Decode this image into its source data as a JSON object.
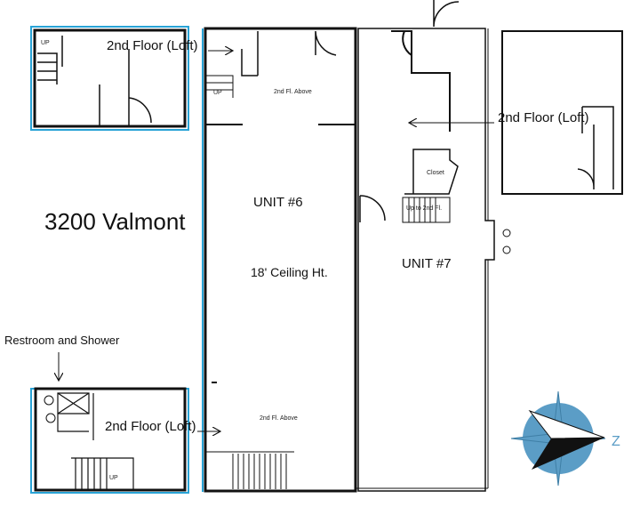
{
  "title": "3200 Valmont",
  "restroom_label": "Restroom and Shower",
  "loft_label": "2nd Floor (Loft)",
  "units": {
    "unit6": {
      "name": "UNIT #6",
      "ceiling": "18' Ceiling Ht.",
      "above_label": "2nd Fl. Above"
    },
    "unit7": {
      "name": "UNIT #7",
      "closet": "Closet",
      "stair_label": "Up to 2nd Fl."
    }
  },
  "stair_up": "UP",
  "compass": {
    "direction_letter": "Z",
    "fill_color": "#5b9dc6"
  },
  "colors": {
    "outline_blue": "#29a3d6",
    "walls": "#111111"
  }
}
